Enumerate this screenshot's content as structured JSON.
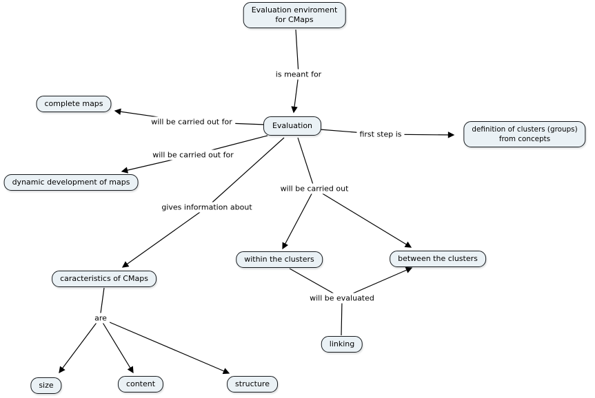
{
  "diagram": {
    "type": "concept-map",
    "background": "#ffffff",
    "colors": {
      "node_fill": "#eaf1f5",
      "node_border": "#15191d",
      "line": "#000000",
      "text": "#000000"
    }
  },
  "nodes": {
    "env": {
      "label": "Evaluation enviroment\nfor CMaps"
    },
    "evaluation": {
      "label": "Evaluation"
    },
    "complete": {
      "label": "complete maps"
    },
    "dynamic": {
      "label": "dynamic development of maps"
    },
    "definition": {
      "label": "definition of clusters (groups)\nfrom concepts"
    },
    "caracteristics": {
      "label": "caracteristics of CMaps"
    },
    "within": {
      "label": "within the clusters"
    },
    "between": {
      "label": "between the clusters"
    },
    "linking": {
      "label": "linking"
    },
    "size": {
      "label": "size"
    },
    "content": {
      "label": "content"
    },
    "structure": {
      "label": "structure"
    }
  },
  "link_phrases": {
    "is_meant_for": {
      "label": "is meant for"
    },
    "carried_out_for_top": {
      "label": "will be carried out for"
    },
    "carried_out_for_bottom": {
      "label": "will be carried out for"
    },
    "first_step_is": {
      "label": "first step is"
    },
    "gives_information": {
      "label": "gives information about"
    },
    "carried_out": {
      "label": "will be carried out"
    },
    "evaluated": {
      "label": "will be evaluated"
    },
    "are": {
      "label": "are"
    }
  },
  "connections": [
    {
      "from": "Evaluation enviroment for CMaps",
      "phrase": "is meant for",
      "to": "Evaluation",
      "arrow": true
    },
    {
      "from": "Evaluation",
      "phrase": "will be carried out for",
      "to": "complete maps",
      "arrow": true
    },
    {
      "from": "Evaluation",
      "phrase": "will be carried out for",
      "to": "dynamic development of maps",
      "arrow": true
    },
    {
      "from": "Evaluation",
      "phrase": "first step is",
      "to": "definition of clusters (groups) from concepts",
      "arrow": true
    },
    {
      "from": "Evaluation",
      "phrase": "gives information about",
      "to": "caracteristics of CMaps",
      "arrow": true
    },
    {
      "from": "Evaluation",
      "phrase": "will be carried out",
      "to": "within the clusters",
      "arrow": true
    },
    {
      "from": "Evaluation",
      "phrase": "will be carried out",
      "to": "between the clusters",
      "arrow": true
    },
    {
      "from": "within the clusters",
      "phrase": "will be evaluated",
      "to": "between the clusters",
      "arrow": true
    },
    {
      "from": "linking",
      "phrase": "will be evaluated",
      "to": "",
      "arrow": false
    },
    {
      "from": "caracteristics of CMaps",
      "phrase": "are",
      "to": "size",
      "arrow": true
    },
    {
      "from": "caracteristics of CMaps",
      "phrase": "are",
      "to": "content",
      "arrow": true
    },
    {
      "from": "caracteristics of CMaps",
      "phrase": "are",
      "to": "structure",
      "arrow": true
    }
  ]
}
